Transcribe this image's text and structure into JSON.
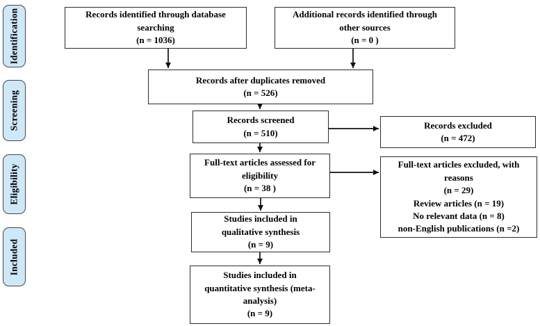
{
  "figure": {
    "kind": "PRISMA flow diagram"
  },
  "stages": [
    {
      "label": "Identification"
    },
    {
      "label": "Screening"
    },
    {
      "label": "Eligibility"
    },
    {
      "label": "Included"
    }
  ],
  "boxes": {
    "db_search": {
      "text": "Records identified through database\nsearching\n(n = 1036)",
      "n": 1036
    },
    "other_sources": {
      "text": "Additional records identified through\nother sources\n(n = 0 )",
      "n": 0
    },
    "duplicates_removed": {
      "text": "Records after duplicates removed\n(n = 526)",
      "n": 526
    },
    "screened": {
      "text": "Records screened\n(n = 510)",
      "n": 510
    },
    "records_excluded": {
      "text": "Records excluded\n(n = 472)",
      "n": 472
    },
    "fulltext_assessed": {
      "text": "Full-text articles assessed for\neligibility\n(n = 38 )",
      "n": 38
    },
    "fulltext_excluded": {
      "text": "Full-text articles excluded, with\nreasons\n(n = 29)\nReview articles (n = 19)\nNo relevant data (n = 8)\nnon-English publications (n =2)",
      "n": 29,
      "reasons": [
        {
          "label": "Review articles",
          "n": 19
        },
        {
          "label": "No relevant data",
          "n": 8
        },
        {
          "label": "non-English publications",
          "n": 2
        }
      ]
    },
    "qualitative": {
      "text": "Studies included in\nqualitative synthesis\n(n = 9)",
      "n": 9
    },
    "quantitative": {
      "text": "Studies included in\nquantitative synthesis (meta-\nanalysis)\n(n = 9)",
      "n": 9
    }
  },
  "colors": {
    "stage_fill": "#cfe8f8",
    "stage_border": "#454545",
    "box_border": "#2b2b2b",
    "box_fill": "#ffffff",
    "arrow": "#111111"
  }
}
